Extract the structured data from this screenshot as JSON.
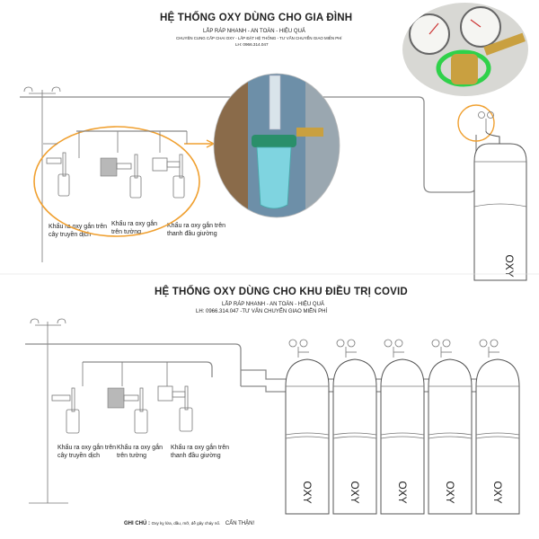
{
  "top": {
    "title": "HỆ THỐNG OXY DÙNG CHO GIA ĐÌNH",
    "subtitle": "LẮP RÁP NHANH - AN TOÀN - HIỆU QUẢ",
    "tagline": "CHUYÊN CUNG CẤP CHAI OXY - LẮP ĐẶT HỆ THỐNG - TƯ VẤN CHUYỂN GIAO MIỄN PHÍ",
    "phone": "LH: 0966.314.047",
    "captions": [
      "Khẩu ra oxy gắn trên cây truyền dịch",
      "Khẩu ra oxy gắn trên tường",
      "Khẩu ra oxy gắn trên thanh đầu giường"
    ],
    "cylinder_label": "OXY"
  },
  "bottom": {
    "title": "HỆ THỐNG OXY DÙNG CHO KHU ĐIỀU TRỊ COVID",
    "subtitle": "LẮP RÁP NHANH - AN TOÀN - HIỆU QUẢ",
    "phone": "LH: 0966.314.047 -TƯ VẤN CHUYỂN GIAO MIỄN PHÍ",
    "captions": [
      "Khẩu ra oxy gắn trên cây truyền dịch",
      "Khẩu ra oxy gắn trên tường",
      "Khẩu ra oxy gắn trên thanh đầu giường"
    ],
    "cylinder_labels": [
      "OXY",
      "OXY",
      "OXY",
      "OXY",
      "OXY"
    ],
    "note_label": "GHI CHÚ :",
    "note_text": "Oxy kỵ lửa, dầu, mỡ, dễ gây cháy nổ.",
    "note_warning": "CẨN THẬN!"
  },
  "colors": {
    "highlight": "#f0a030",
    "pipe": "#8a8a8a",
    "regulator_green": "#2fd14a",
    "brass": "#c9a040"
  }
}
